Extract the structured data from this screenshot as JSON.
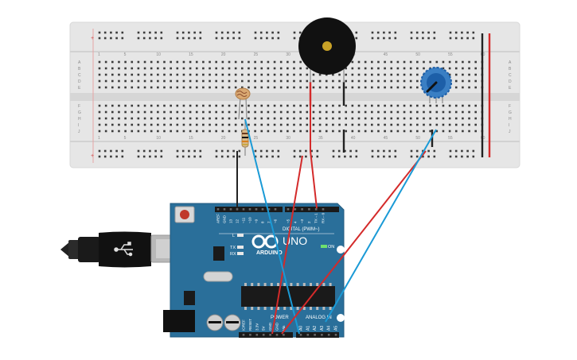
{
  "breadboard": {
    "column_numbers": [
      "1",
      "5",
      "10",
      "15",
      "20",
      "25",
      "30",
      "35",
      "40",
      "45",
      "50",
      "55",
      "60"
    ],
    "row_letters_top": [
      "A",
      "B",
      "C",
      "D",
      "E"
    ],
    "row_letters_bottom": [
      "F",
      "G",
      "H",
      "I",
      "J"
    ],
    "rail_plus": "+",
    "rail_minus": "-"
  },
  "arduino": {
    "brand_text": "ARDUINO",
    "model_text": "UNO",
    "digital_header_label": "DIGITAL (PWM~)",
    "analog_header_label": "ANALOG IN",
    "power_header_label": "POWER",
    "on_label": "ON",
    "l_label": "L",
    "tx_label": "TX",
    "rx_label": "RX",
    "digital_pins": [
      "AREF",
      "GND",
      "13",
      "12",
      "~11",
      "~10",
      "~9",
      "8",
      "7",
      "~6",
      "~5",
      "4",
      "~3",
      "2",
      "TX→1",
      "RX←0"
    ],
    "power_pins": [
      "IOREF",
      "RESET",
      "3.3V",
      "5V",
      "GND",
      "GND",
      "Vin"
    ],
    "analog_pins": [
      "A0",
      "A1",
      "A2",
      "A3",
      "A4",
      "A5"
    ]
  },
  "colors": {
    "breadboard": "#e6e6e6",
    "board": "#2a6f9a",
    "wire_red": "#d42a2a",
    "wire_blue": "#1a9ad6",
    "wire_black": "#222222",
    "buzzer": "#111111",
    "pot_knob": "#1d5fa8"
  },
  "components": [
    {
      "name": "piezo-buzzer",
      "icon": "buzzer-icon"
    },
    {
      "name": "photoresistor",
      "icon": "ldr-icon"
    },
    {
      "name": "resistor",
      "icon": "resistor-icon"
    },
    {
      "name": "potentiometer",
      "icon": "knob-icon"
    },
    {
      "name": "usb-cable",
      "icon": "usb-icon"
    }
  ]
}
